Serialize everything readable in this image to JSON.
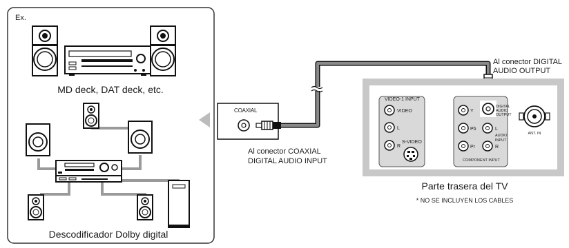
{
  "example_label": "Ex.",
  "panel": {
    "md_deck_caption": "MD deck, DAT deck, etc.",
    "decoder_caption": "Descodificador Dolby digital"
  },
  "coaxial_box": {
    "jack_label": "COAXIAL"
  },
  "captions": {
    "coaxial_input_line1": "Al conector COAXIAL",
    "coaxial_input_line2": "DIGITAL AUDIO INPUT",
    "digital_output_line1": "Al conector DIGITAL",
    "digital_output_line2": "AUDIO OUTPUT",
    "tv_rear": "Parte trasera del TV",
    "cables_note": "* NO SE INCLUYEN LOS CABLES"
  },
  "tv_panel": {
    "video1_input": "VIDEO-1 INPUT",
    "video": "VIDEO",
    "l": "L",
    "r": "R",
    "svideo": "S-VIDEO",
    "y": "Y",
    "pb": "Pb",
    "pr": "Pr",
    "comp_l": "L",
    "comp_r": "R",
    "audio_input_1": "AUDIO",
    "audio_input_2": "INPUT",
    "component_input": "COMPONENT INPUT",
    "digital_out_1": "DIGITAL",
    "digital_out_2": "AUDIO",
    "digital_out_3": "OUTPUT",
    "ant_in": "ANT. IN"
  }
}
